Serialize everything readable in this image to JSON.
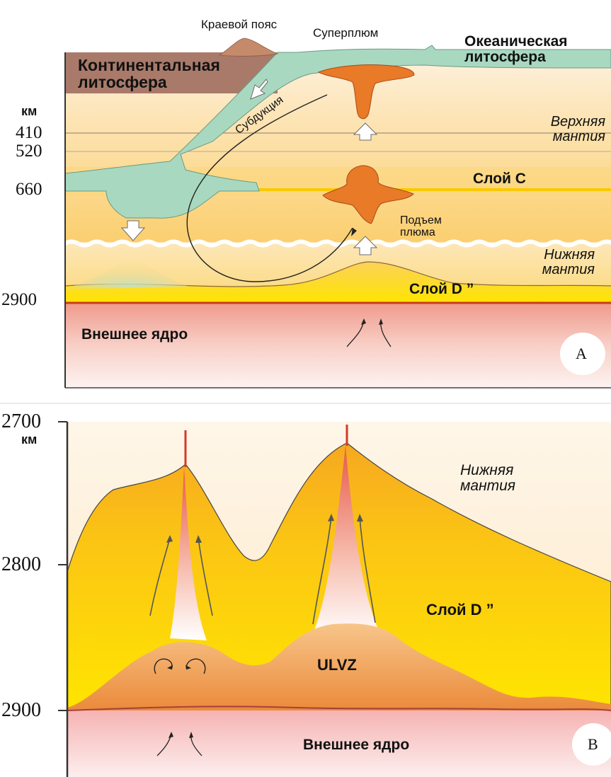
{
  "panel_a": {
    "top_labels": {
      "marginal_belt": "Краевой пояс",
      "superplume": "Суперплюм",
      "oceanic_lithosphere": "Океаническая литосфера"
    },
    "continental_lithosphere": "Континентальная литосфера",
    "unit": "км",
    "depths": [
      "410",
      "520",
      "660",
      "2900"
    ],
    "subduction": "Субдукция",
    "upper_mantle": "Верхняя мантия",
    "layer_c": "Слой С",
    "plume_rise": "Подъем плюма",
    "lower_mantle": "Нижняя мантия",
    "layer_d": "Слой D ”",
    "outer_core": "Внешнее ядро",
    "panel_letter": "A"
  },
  "panel_b": {
    "depths": [
      "2700",
      "2800",
      "2900"
    ],
    "unit": "км",
    "lower_mantle": "Нижняя мантия",
    "layer_d": "Слой D ”",
    "ulvz": "ULVZ",
    "outer_core": "Внешнее ядро",
    "panel_letter": "B"
  },
  "colors": {
    "lithosphere_green": "#a8d8c0",
    "continental_brown": "#a97a6a",
    "plume_orange": "#e87a28",
    "layer_yellow": "#ffe200",
    "core_pink": "#f2a8a8",
    "core_red": "#d33a2a"
  }
}
